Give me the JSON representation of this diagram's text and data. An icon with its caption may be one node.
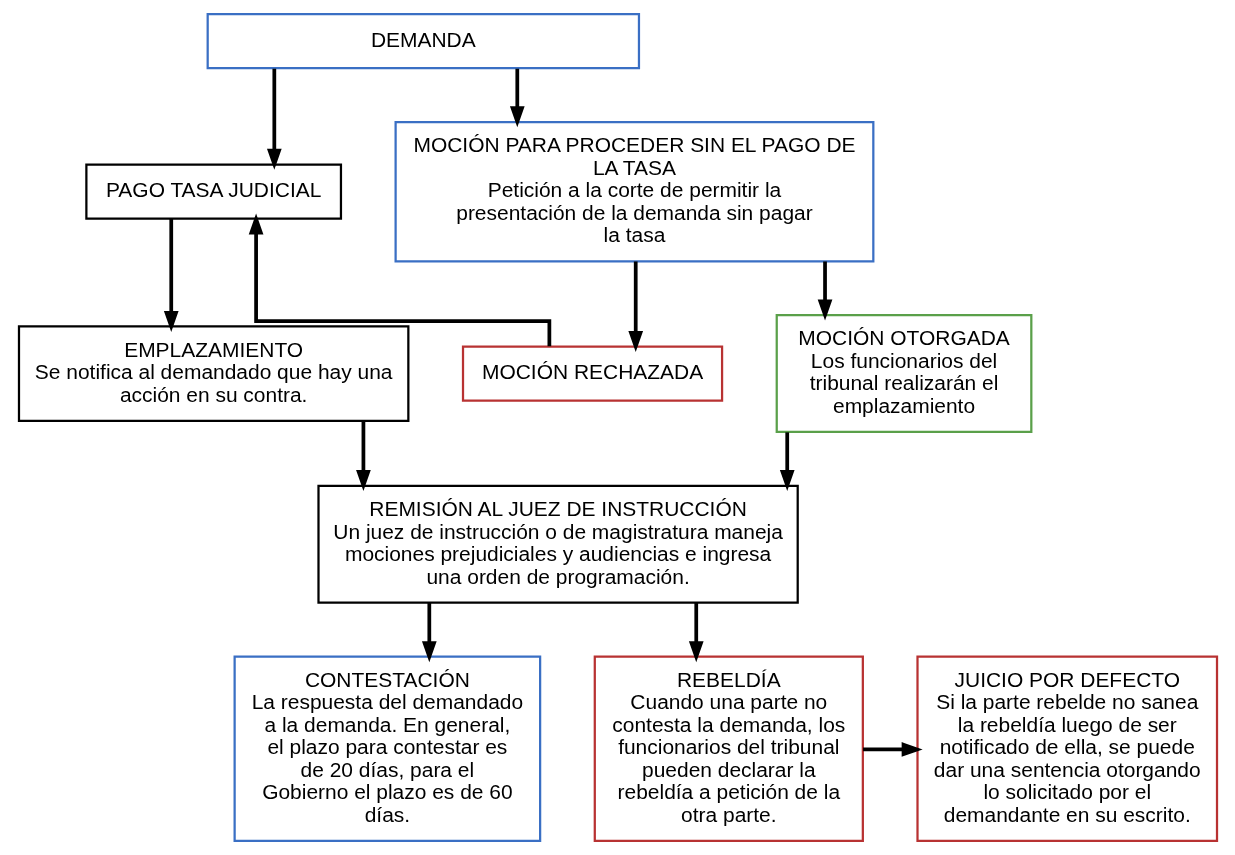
{
  "diagram": {
    "nodes": [
      {
        "text": [
          "DEMANDA"
        ]
      },
      {
        "text": [
          "PAGO TASA JUDICIAL"
        ]
      },
      {
        "text": [
          "MOCIÓN PARA PROCEDER SIN EL PAGO DE LA TASA",
          "Petición a la corte de permitir la presentación de la demanda sin pagar la tasa"
        ]
      },
      {
        "text": [
          "EMPLAZAMIENTO",
          "Se notifica al demandado que hay una acción en su contra."
        ]
      },
      {
        "text": [
          "MOCIÓN RECHAZADA"
        ]
      },
      {
        "text": [
          "MOCIÓN OTORGADA",
          "Los funcionarios del tribunal realizarán el emplazamiento"
        ]
      },
      {
        "text": [
          "REMISIÓN AL JUEZ DE INSTRUCCIÓN",
          "Un juez de instrucción o de magistratura maneja mociones prejudiciales y audiencias e ingresa una orden de programación."
        ]
      },
      {
        "text": [
          "CONTESTACIÓN",
          "La respuesta del demandado a la demanda. En general, el plazo para contestar es de 20 días, para el Gobierno el plazo es de 60 días."
        ]
      },
      {
        "text": [
          "REBELDÍA",
          "Cuando una parte no contesta la demanda, los funcionarios del tribunal pueden declarar la rebeldía a petición de la otra parte."
        ]
      },
      {
        "text": [
          "JUICIO POR DEFECTO",
          "Si la parte rebelde no sanea la rebeldía luego de ser notificado de ella, se puede dar una sentencia otorgando lo solicitado por el demandante en su escrito."
        ]
      }
    ],
    "edges": [
      {
        "from": 0,
        "to": 1,
        "arrow": "to"
      },
      {
        "from": 0,
        "to": 2,
        "arrow": "to"
      },
      {
        "from": 1,
        "to": 3,
        "arrow": "to"
      },
      {
        "from": 2,
        "to": 4,
        "arrow": "to"
      },
      {
        "from": 2,
        "to": 5,
        "arrow": "to"
      },
      {
        "from": 4,
        "to": 1,
        "arrow": "to"
      },
      {
        "from": 3,
        "to": 6,
        "arrow": "to"
      },
      {
        "from": 5,
        "to": 6,
        "arrow": "to"
      },
      {
        "from": 6,
        "to": 7,
        "arrow": "to"
      },
      {
        "from": 6,
        "to": 8,
        "arrow": "to"
      },
      {
        "from": 8,
        "to": 9,
        "arrow": "to"
      }
    ]
  }
}
